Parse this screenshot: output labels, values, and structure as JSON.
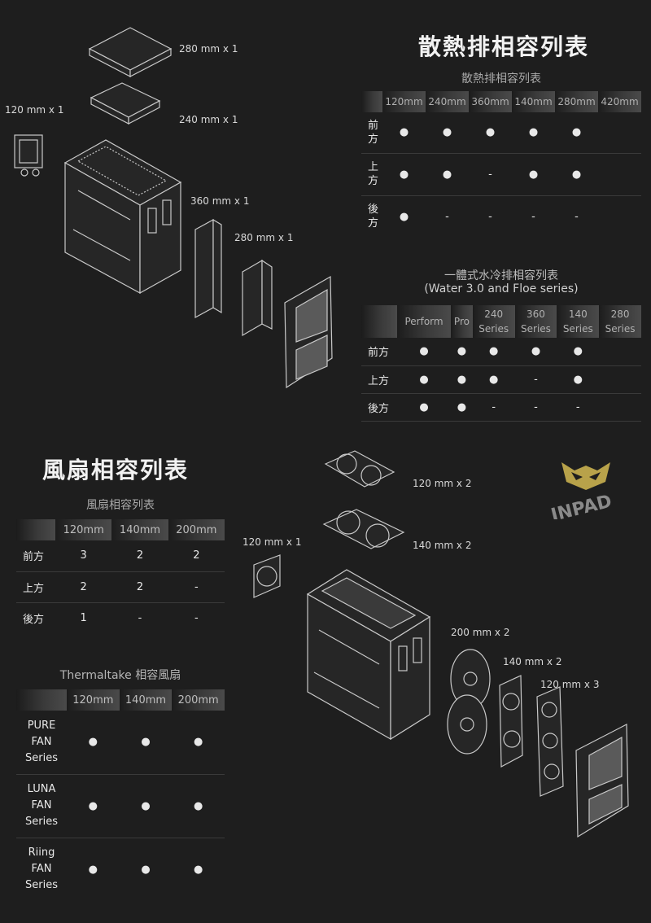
{
  "radiator_section": {
    "title": "散熱排相容列表",
    "table_title": "散熱排相容列表",
    "columns": [
      "120mm",
      "240mm",
      "360mm",
      "140mm",
      "280mm",
      "420mm"
    ],
    "rows": [
      {
        "label": "前方",
        "cells": [
          "●",
          "●",
          "●",
          "●",
          "●",
          ""
        ]
      },
      {
        "label": "上方",
        "cells": [
          "●",
          "●",
          "-",
          "●",
          "●",
          ""
        ]
      },
      {
        "label": "後方",
        "cells": [
          "●",
          "-",
          "-",
          "-",
          "-",
          ""
        ]
      }
    ],
    "aio_title_line1": "一體式水冷排相容列表",
    "aio_title_line2": "(Water 3.0 and Floe series)",
    "aio_columns": [
      {
        "l1": "",
        "l2": "Perform"
      },
      {
        "l1": "",
        "l2": "Pro"
      },
      {
        "l1": "240",
        "l2": "Series"
      },
      {
        "l1": "360",
        "l2": "Series"
      },
      {
        "l1": "140",
        "l2": "Series"
      },
      {
        "l1": "280",
        "l2": "Series"
      }
    ],
    "aio_rows": [
      {
        "label": "前方",
        "cells": [
          "●",
          "●",
          "●",
          "●",
          "●",
          ""
        ]
      },
      {
        "label": "上方",
        "cells": [
          "●",
          "●",
          "●",
          "-",
          "●",
          ""
        ]
      },
      {
        "label": "後方",
        "cells": [
          "●",
          "●",
          "-",
          "-",
          "-",
          ""
        ]
      }
    ],
    "diagram_labels": {
      "r280_top": "280 mm x 1",
      "r240": "240 mm x 1",
      "r120": "120 mm x 1",
      "r360": "360 mm x 1",
      "r280_front": "280 mm x 1"
    }
  },
  "fan_section": {
    "title": "風扇相容列表",
    "table_title": "風扇相容列表",
    "columns": [
      "120mm",
      "140mm",
      "200mm"
    ],
    "rows": [
      {
        "label": "前方",
        "cells": [
          "3",
          "2",
          "2"
        ]
      },
      {
        "label": "上方",
        "cells": [
          "2",
          "2",
          "-"
        ]
      },
      {
        "label": "後方",
        "cells": [
          "1",
          "-",
          "-"
        ]
      }
    ],
    "tt_title": "Thermaltake 相容風扇",
    "tt_columns": [
      "120mm",
      "140mm",
      "200mm"
    ],
    "tt_rows": [
      {
        "l1": "PURE",
        "l2": "FAN",
        "l3": "Series",
        "cells": [
          "●",
          "●",
          "●"
        ]
      },
      {
        "l1": "LUNA",
        "l2": "FAN",
        "l3": "Series",
        "cells": [
          "●",
          "●",
          "●"
        ]
      },
      {
        "l1": "Riing",
        "l2": "FAN",
        "l3": "Series",
        "cells": [
          "●",
          "●",
          "●"
        ]
      }
    ],
    "diagram_labels": {
      "f120x2_top": "120 mm x 2",
      "f140x2_top": "140 mm x 2",
      "f120x1": "120 mm x 1",
      "f200x2": "200 mm x 2",
      "f140x2_front": "140 mm x 2",
      "f120x3": "120 mm x 3"
    }
  },
  "watermark": {
    "text": "INPAD",
    "color": "#b8a24a"
  }
}
